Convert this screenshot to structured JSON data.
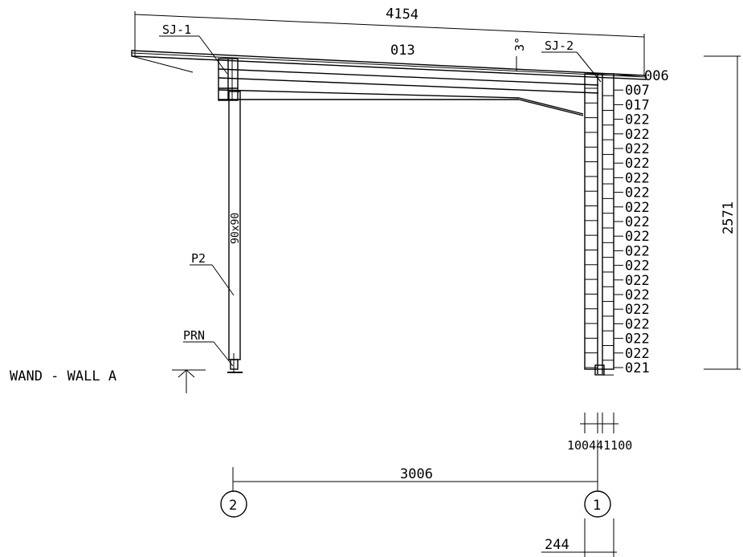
{
  "overall_width_dim": "4154",
  "beam_label": "013",
  "slope_label": "3°",
  "height_dim": "2571",
  "span_dim": "3006",
  "post_section": "90x90",
  "offset_dim": "244",
  "detail_dims": "100441100",
  "wall_label": "WAND - WALL A",
  "callouts": {
    "sj1": "SJ-1",
    "sj2": "SJ-2",
    "post": "P2",
    "base": "PRN"
  },
  "right_labels": [
    "006",
    "007",
    "017",
    "022",
    "022",
    "022",
    "022",
    "022",
    "022",
    "022",
    "022",
    "022",
    "022",
    "022",
    "022",
    "022",
    "022",
    "022",
    "022",
    "022",
    "021"
  ],
  "grid": {
    "left": "2",
    "right": "1"
  }
}
